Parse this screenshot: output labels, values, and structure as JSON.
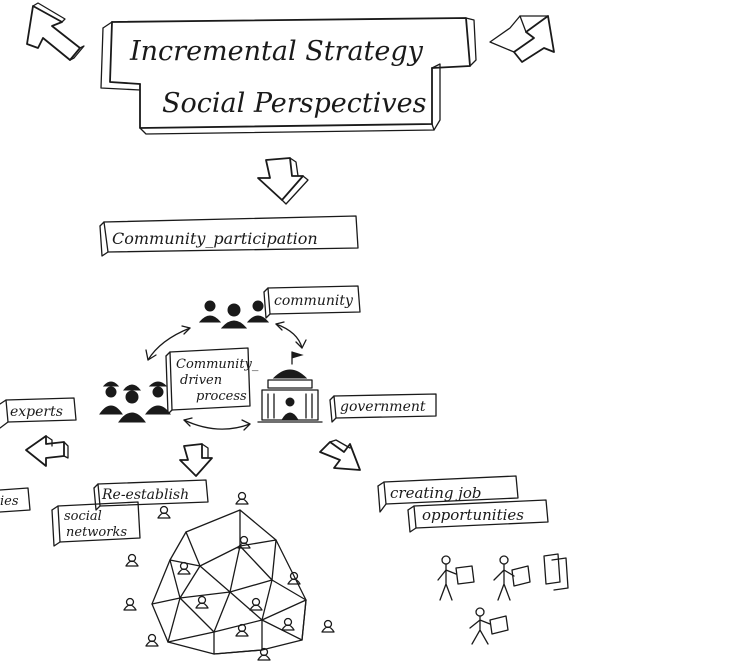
{
  "title": {
    "line1": "Incremental Strategy",
    "line2": "Social Perspectives"
  },
  "labels": {
    "community_participation": "Community_participation",
    "community": "community",
    "community_driven_line1": "Community_",
    "community_driven_line2": "driven",
    "community_driven_line3": "process",
    "experts": "experts",
    "government": "government",
    "re_establish": "Re-establish",
    "social_line1": "social",
    "social_line2": "networks",
    "creating_job_line1": "creating job",
    "creating_job_line2": "opportunities",
    "cut_off_left": "ies"
  },
  "icons": {
    "arrows": [
      "arrow-up-left-icon",
      "arrow-up-right-icon",
      "arrow-down-icon",
      "arrow-down-left-icon",
      "arrow-down-right-icon",
      "arrow-left-icon"
    ],
    "people": [
      "community-people-icon",
      "experts-people-icon",
      "government-building-icon",
      "network-person-icon",
      "worker-icon"
    ]
  }
}
